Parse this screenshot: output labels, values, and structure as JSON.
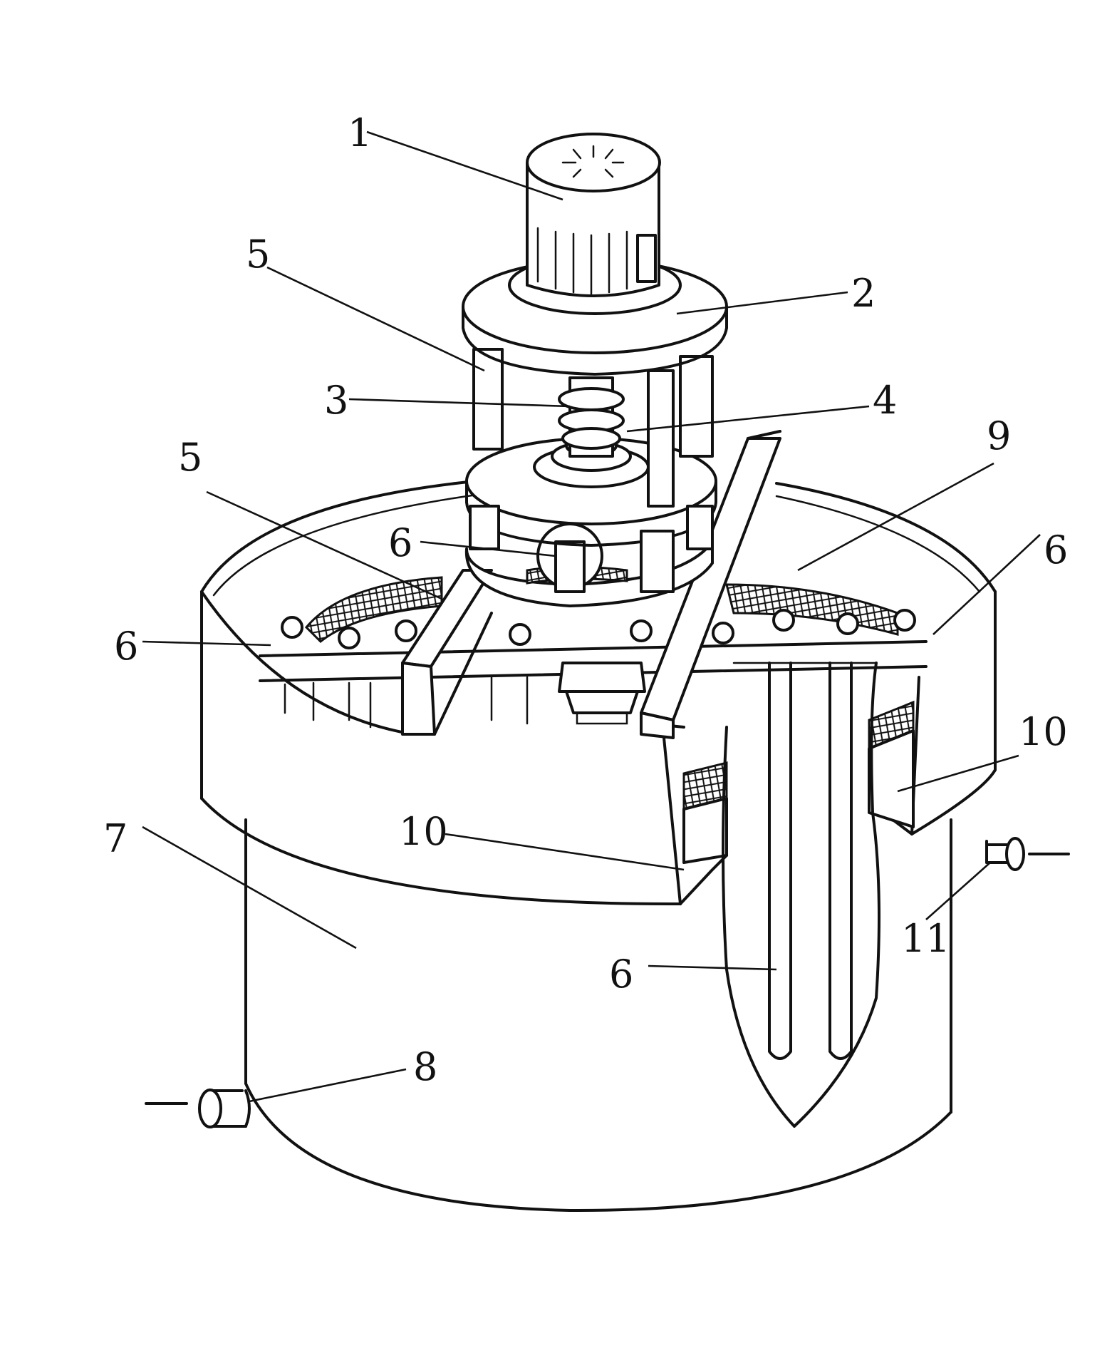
{
  "figure": {
    "labels": [
      {
        "id": "label-1",
        "text": "1"
      },
      {
        "id": "label-2",
        "text": "2"
      },
      {
        "id": "label-3",
        "text": "3"
      },
      {
        "id": "label-4",
        "text": "4"
      },
      {
        "id": "label-5-upper",
        "text": "5"
      },
      {
        "id": "label-5-lower",
        "text": "5"
      },
      {
        "id": "label-6-center",
        "text": "6"
      },
      {
        "id": "label-6-left",
        "text": "6"
      },
      {
        "id": "label-6-right",
        "text": "6"
      },
      {
        "id": "label-6-lower",
        "text": "6"
      },
      {
        "id": "label-7",
        "text": "7"
      },
      {
        "id": "label-8",
        "text": "8"
      },
      {
        "id": "label-9",
        "text": "9"
      },
      {
        "id": "label-10-left",
        "text": "10"
      },
      {
        "id": "label-10-right",
        "text": "10"
      },
      {
        "id": "label-11",
        "text": "11"
      }
    ]
  }
}
